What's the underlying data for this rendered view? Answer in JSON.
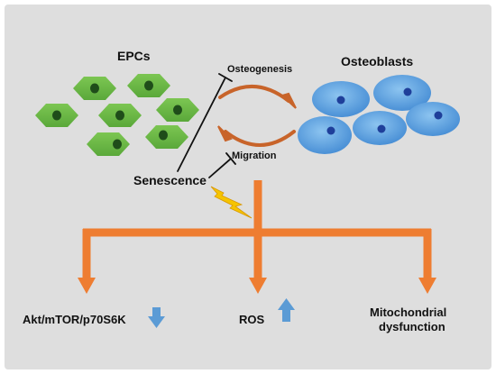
{
  "cells": {
    "epcs_label": "EPCs",
    "osteoblasts_label": "Osteoblasts"
  },
  "processes": {
    "osteogenesis": "Osteogenesis",
    "migration": "Migration",
    "senescence": "Senescence"
  },
  "outcomes": {
    "akt": "Akt/mTOR/p70S6K",
    "ros": "ROS",
    "mito_line1": "Mitochondrial",
    "mito_line2": "dysfunction"
  },
  "indicators": {
    "akt_direction": "down",
    "ros_direction": "up"
  },
  "colors": {
    "background": "#dedede",
    "epc_cell": "#6dbb45",
    "epc_nucleus": "#1f4d1a",
    "osteoblast_cell": "#5ba3e0",
    "osteoblast_nucleus": "#1f3f9a",
    "tree_arrows": "#ee7d31",
    "cycle_arrows": "#c8642a",
    "bolt": "#f5c400",
    "indicator_arrow": "#5b9bd5"
  },
  "icons": {
    "bolt": "lightning-bolt-icon",
    "down_arrow": "arrow-down-icon",
    "up_arrow": "arrow-up-icon",
    "inhibit": "inhibition-bar-icon"
  }
}
